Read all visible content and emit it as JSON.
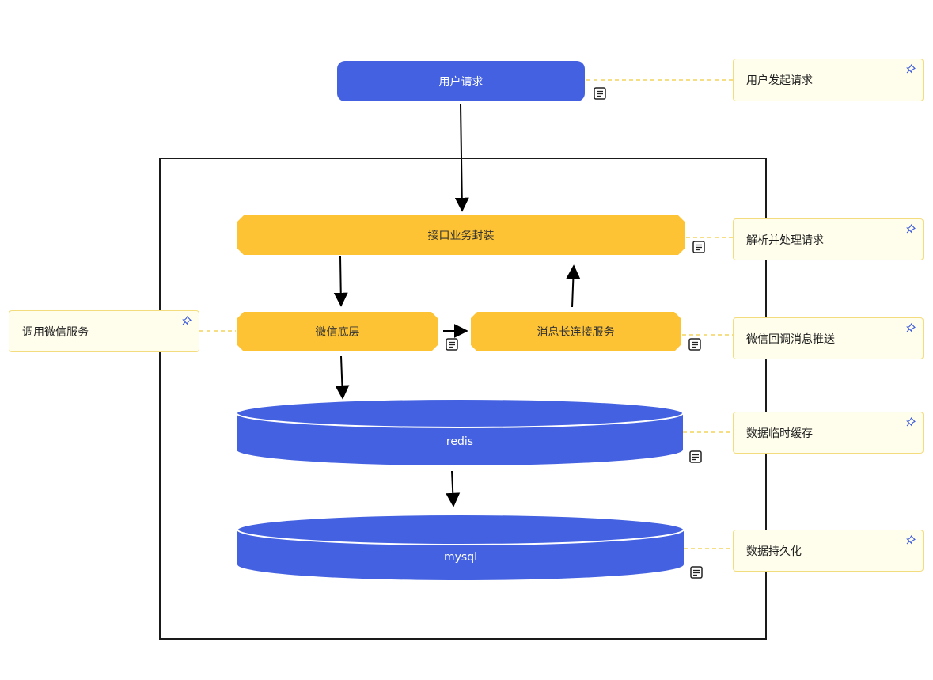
{
  "nodes": {
    "user_request": "用户请求",
    "interface": "接口业务封装",
    "wechat_base": "微信底层",
    "long_connection": "消息长连接服务",
    "redis": "redis",
    "mysql": "mysql"
  },
  "notes": {
    "user_request": "用户发起请求",
    "interface": "解析并处理请求",
    "wechat_base": "调用微信服务",
    "long_connection": "微信回调消息推送",
    "redis": "数据临时缓存",
    "mysql": "数据持久化"
  },
  "colors": {
    "blue": "#4361e0",
    "yellow": "#fdc334",
    "note_bg": "#fffdeb",
    "note_border": "#f3dc7d",
    "connector": "#f2d35a"
  },
  "icons": {
    "note_attachment": "document-icon",
    "note_pin": "pin-icon"
  }
}
